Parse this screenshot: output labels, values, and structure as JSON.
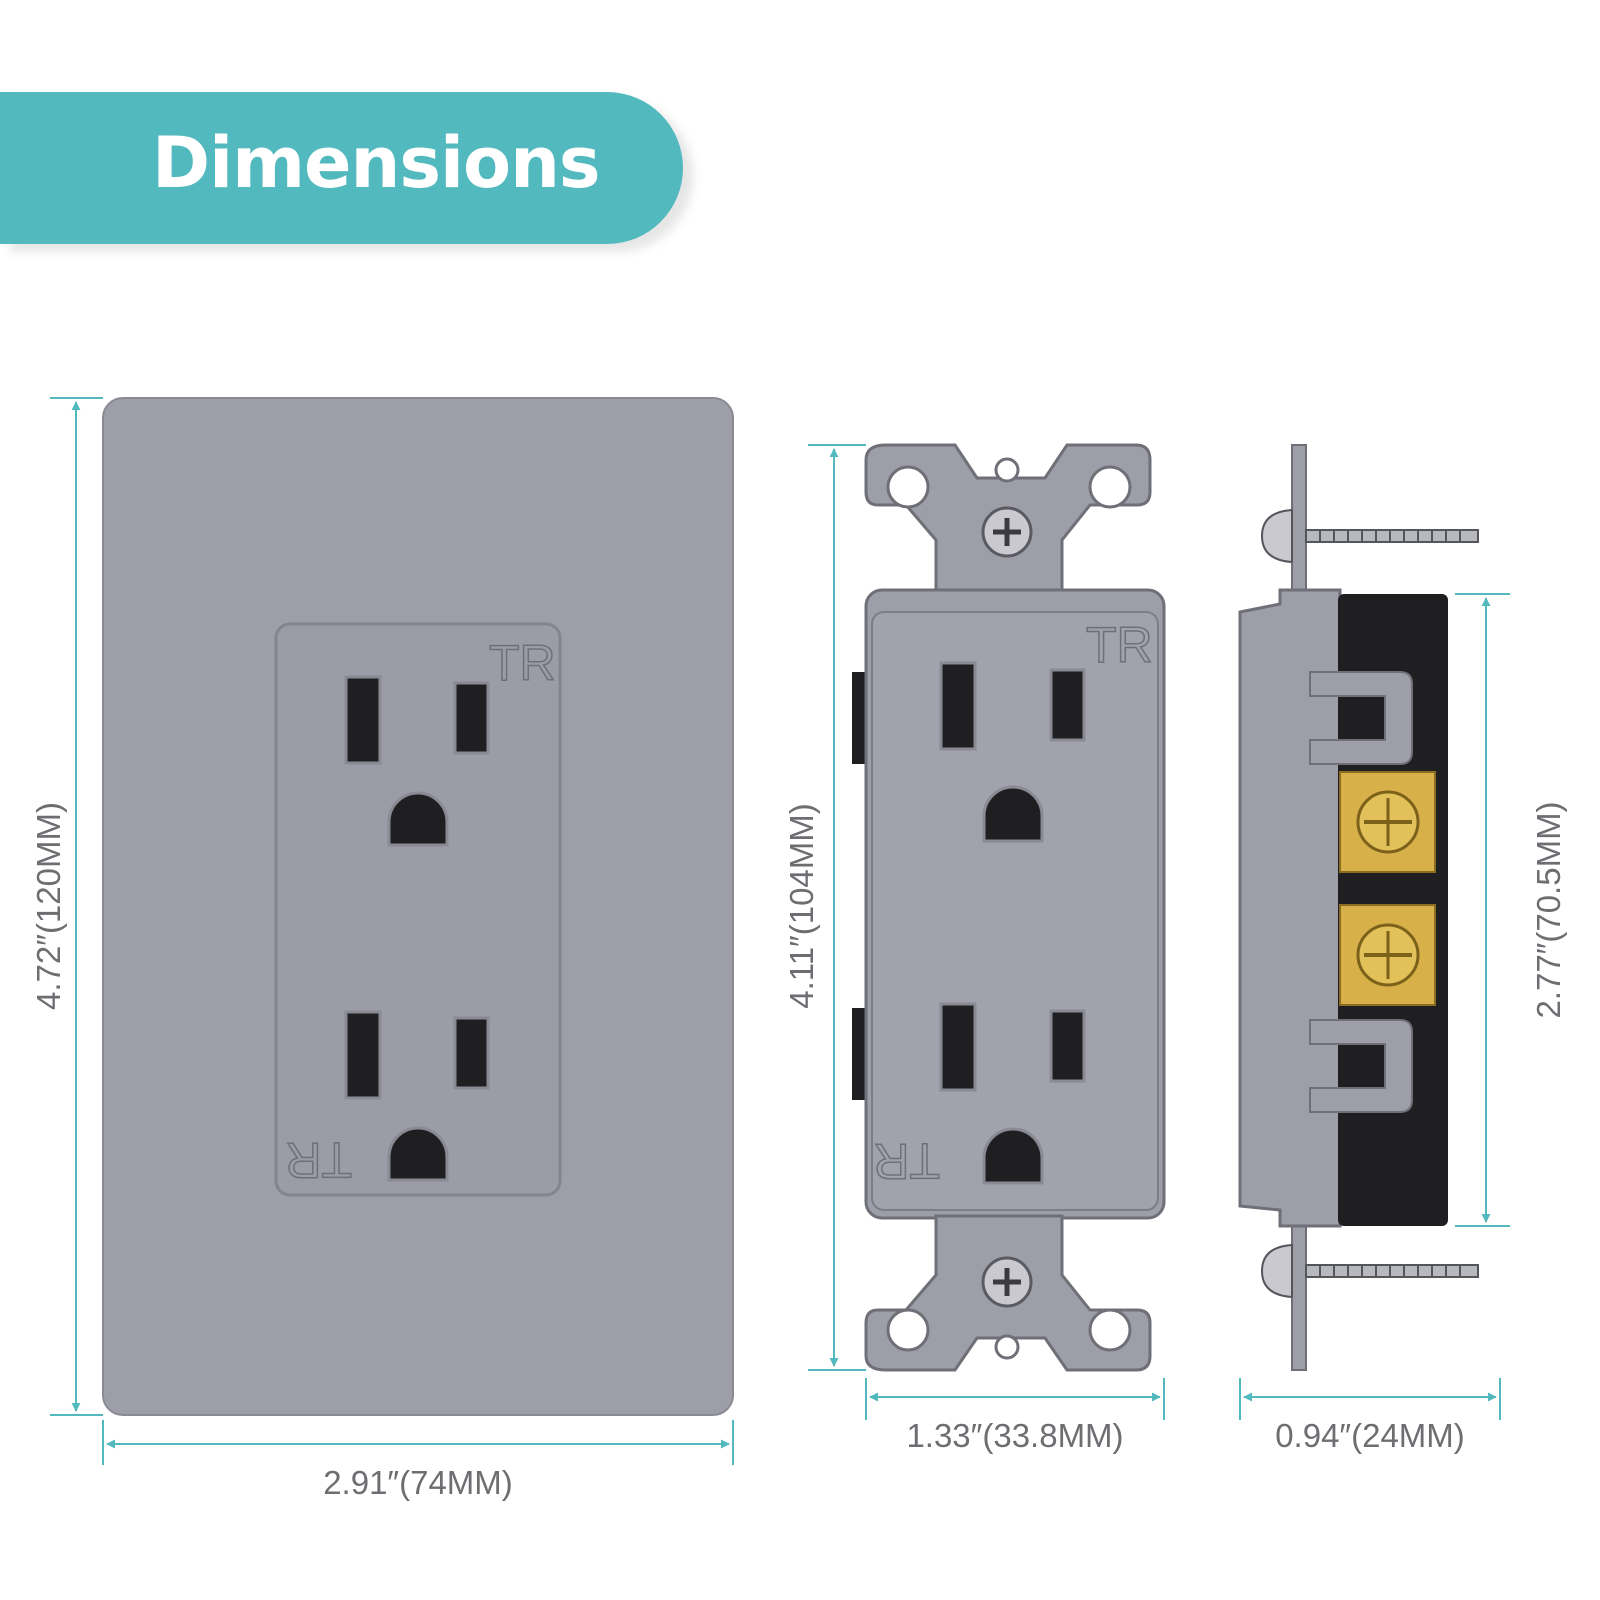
{
  "header": {
    "title": "Dimensions"
  },
  "colors": {
    "accent": "#52b9be",
    "device_gray": "#9e9ea8",
    "dimension_line": "#52b9be",
    "brass": "#d7b04a",
    "body_black": "#1f1f22"
  },
  "outlet_labels": {
    "tr": "TR"
  },
  "dimensions": {
    "plate_height": "4.72″(120MM)",
    "plate_width": "2.91″(74MM)",
    "receptacle_height": "4.11″(104MM)",
    "receptacle_width": "1.33″(33.8MM)",
    "side_body_height": "2.77″(70.5MM)",
    "side_depth": "0.94″(24MM)"
  }
}
